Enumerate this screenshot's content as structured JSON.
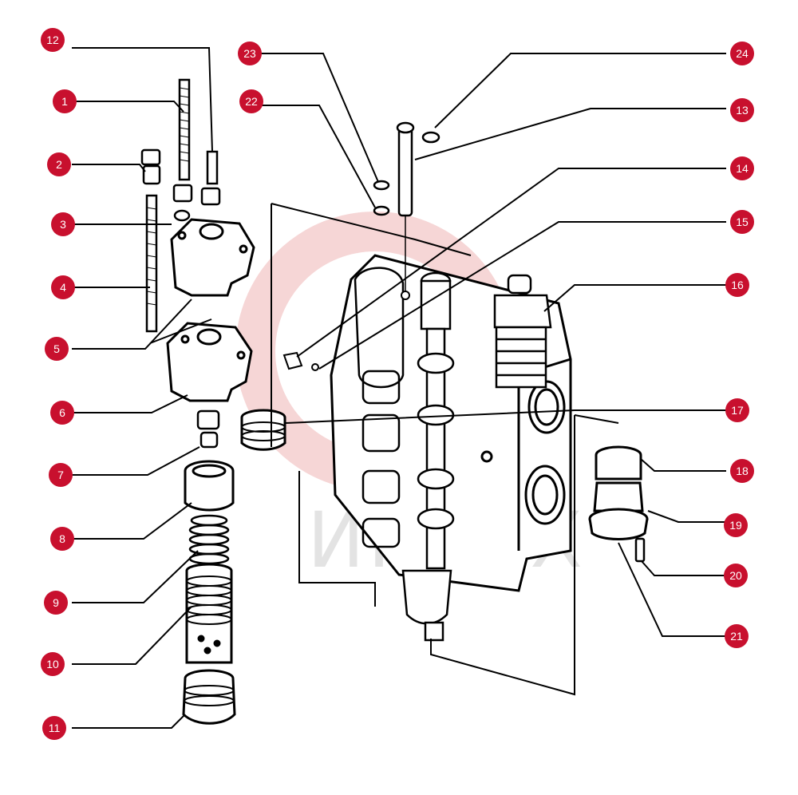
{
  "diagram": {
    "watermark_text": "ИНТЕХ",
    "colors": {
      "callout_fill": "#c8102e",
      "callout_text": "#ffffff",
      "line": "#000000",
      "watermark": "#e8c8c8"
    },
    "callouts": [
      {
        "id": "1",
        "label": "1"
      },
      {
        "id": "2",
        "label": "2"
      },
      {
        "id": "3",
        "label": "3"
      },
      {
        "id": "4",
        "label": "4"
      },
      {
        "id": "5",
        "label": "5"
      },
      {
        "id": "6",
        "label": "6"
      },
      {
        "id": "7",
        "label": "7"
      },
      {
        "id": "8",
        "label": "8"
      },
      {
        "id": "9",
        "label": "9"
      },
      {
        "id": "10",
        "label": "10"
      },
      {
        "id": "11",
        "label": "11"
      },
      {
        "id": "12",
        "label": "12"
      },
      {
        "id": "13",
        "label": "13"
      },
      {
        "id": "14",
        "label": "14"
      },
      {
        "id": "15",
        "label": "15"
      },
      {
        "id": "16",
        "label": "16"
      },
      {
        "id": "17",
        "label": "17"
      },
      {
        "id": "18",
        "label": "18"
      },
      {
        "id": "19",
        "label": "19"
      },
      {
        "id": "20",
        "label": "20"
      },
      {
        "id": "21",
        "label": "21"
      },
      {
        "id": "22",
        "label": "22"
      },
      {
        "id": "23",
        "label": "23"
      },
      {
        "id": "24",
        "label": "24"
      }
    ]
  }
}
